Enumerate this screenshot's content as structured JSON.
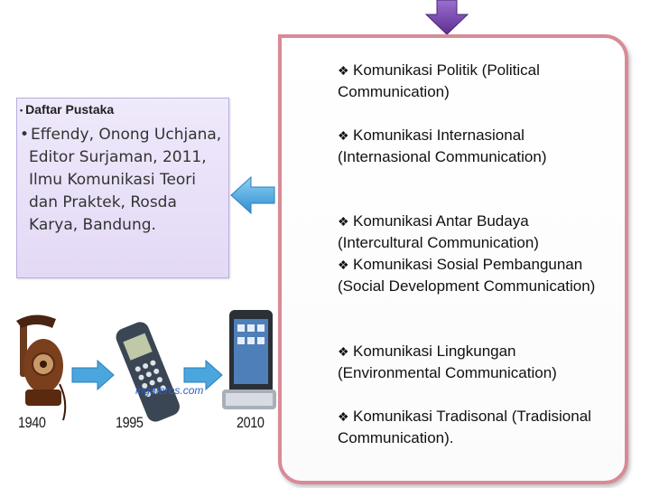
{
  "reference": {
    "heading": "Daftar Pustaka",
    "heading_bullet": "•",
    "entry_bullet": "•",
    "entry": "Effendy, Onong Uchjana, Editor Surjaman, 2011, Ilmu Komunikasi Teori dan Praktek, Rosda Karya, Bandung."
  },
  "topics": [
    {
      "bullet": "❖",
      "text": "Komunikasi Politik (Political Communication)"
    },
    {
      "bullet": "❖",
      "text": "Komunikasi Internasional (Internasional Communication)"
    },
    {
      "bullet": "❖",
      "text": "Komunikasi Antar Budaya (Intercultural Communication)"
    },
    {
      "bullet": "❖",
      "text": "Komunikasi Sosial Pembangunan (Social Development Communication)"
    },
    {
      "bullet": "❖",
      "text": "Komunikasi Lingkungan (Environmental Communication)"
    },
    {
      "bullet": "❖",
      "text": "Komunikasi Tradisonal (Tradisional Communication)."
    }
  ],
  "timeline": {
    "years": [
      "1940",
      "1995",
      "2010"
    ],
    "watermark": "ingateros.com"
  },
  "colors": {
    "panel_border": "#d88a96",
    "ref_box": "#e9e1f8",
    "arrow_blue": "#4aa6dc",
    "arrow_purple": "#7a4aa8"
  }
}
